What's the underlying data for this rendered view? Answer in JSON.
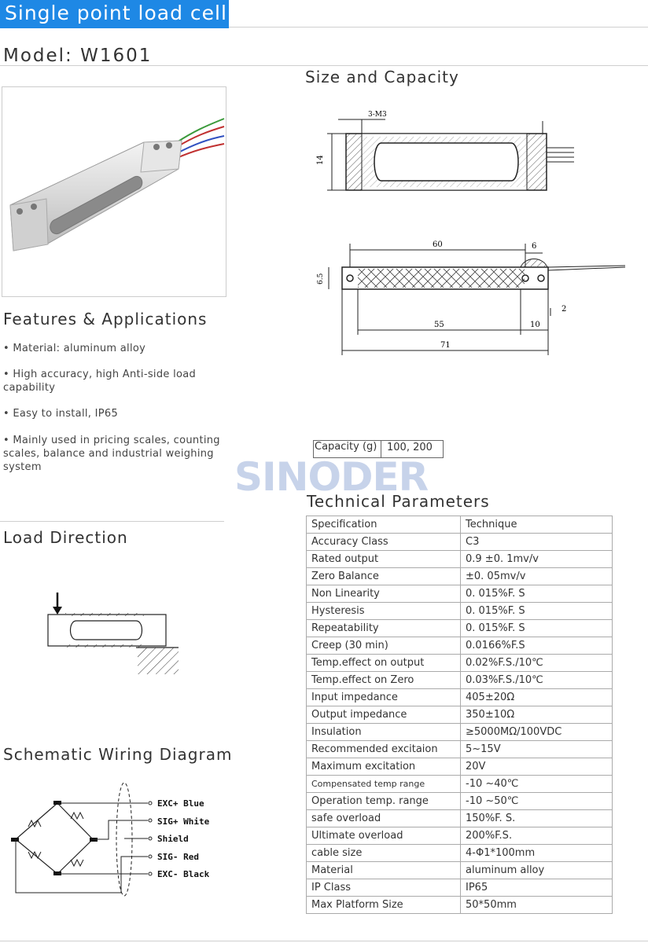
{
  "header": {
    "title": "Single point load cell",
    "model": "Model: W1601"
  },
  "sections": {
    "size_capacity": "Size and Capacity",
    "features": "Features & Applications",
    "load_direction": "Load Direction",
    "wiring": "Schematic Wiring Diagram",
    "technical": "Technical Parameters"
  },
  "features": [
    "• Material: aluminum alloy",
    "• High accuracy, high Anti-side load capability",
    "• Easy to install, IP65",
    "• Mainly used in pricing scales, counting scales, balance and industrial weighing system"
  ],
  "capacity": {
    "label": "Capacity (g)",
    "value": "100, 200"
  },
  "watermark": "SINODER",
  "drawing": {
    "thread": "3-M3",
    "height_top": "14",
    "width_60": "60",
    "dim_6": "6",
    "height_6_5": "6.5",
    "dim_2": "2",
    "dim_55": "55",
    "dim_10": "10",
    "dim_71": "71"
  },
  "wiring": {
    "labels": [
      "EXC+ Blue",
      "SIG+ White",
      "Shield",
      "SIG- Red",
      "EXC- Black"
    ]
  },
  "parameters": [
    [
      "Specification",
      "Technique"
    ],
    [
      "Accuracy Class",
      "C3"
    ],
    [
      "Rated output",
      "0.9 ±0. 1mv/v"
    ],
    [
      "Zero Balance",
      "±0. 05mv/v"
    ],
    [
      "Non Linearity",
      "0. 015%F. S"
    ],
    [
      "Hysteresis",
      "0. 015%F. S"
    ],
    [
      "Repeatability",
      "0. 015%F. S"
    ],
    [
      "Creep (30 min)",
      "0.0166%F.S"
    ],
    [
      "Temp.effect on output",
      "0.02%F.S./10℃"
    ],
    [
      "Temp.effect on Zero",
      "0.03%F.S./10℃"
    ],
    [
      "Input impedance",
      "405±20Ω"
    ],
    [
      "Output impedance",
      "350±10Ω"
    ],
    [
      "Insulation",
      "≥5000MΩ/100VDC"
    ],
    [
      "Recommended excitaion",
      "5~15V"
    ],
    [
      "Maximum excitation",
      "20V"
    ],
    [
      "Compensated temp range",
      "-10 ~40℃"
    ],
    [
      "Operation temp. range",
      "-10 ~50℃"
    ],
    [
      "safe overload",
      "150%F. S."
    ],
    [
      "Ultimate overload",
      "200%F.S."
    ],
    [
      "cable size",
      "4-Φ1*100mm"
    ],
    [
      "Material",
      "aluminum alloy"
    ],
    [
      "IP Class",
      "IP65"
    ],
    [
      "Max Platform Size",
      "50*50mm"
    ]
  ]
}
